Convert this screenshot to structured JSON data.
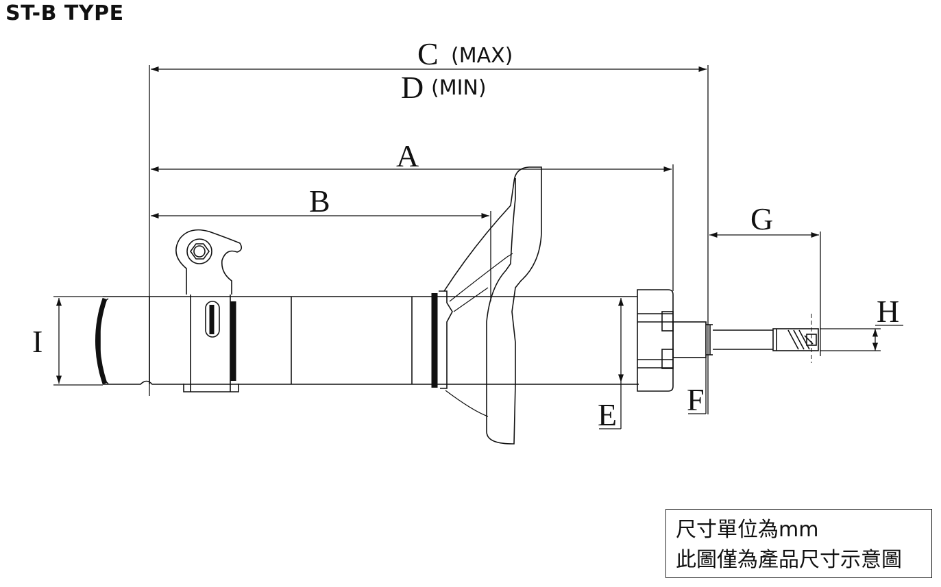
{
  "title": "ST-B  TYPE",
  "dimensions": {
    "c_letter": "C",
    "c_qualifier": "(MAX)",
    "d_letter": "D",
    "d_qualifier": "(MIN)",
    "a": "A",
    "b": "B",
    "e": "E",
    "f": "F",
    "g": "G",
    "h": "H",
    "i": "I"
  },
  "note": {
    "line1": "尺寸單位為mm",
    "line2": "此圖僅為產品尺寸示意圖"
  },
  "colors": {
    "line": "#111111",
    "background": "#ffffff"
  }
}
